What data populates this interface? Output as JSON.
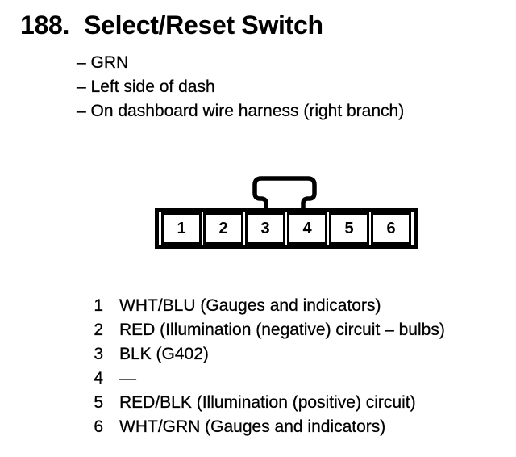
{
  "header": {
    "number": "188.",
    "title": "Select/Reset Switch"
  },
  "notes": {
    "items": [
      "– GRN",
      "– Left side of dash",
      "– On dashboard wire harness (right branch)"
    ]
  },
  "connector": {
    "type": "6-position connector, front view, locking tab on top",
    "cells": [
      "1",
      "2",
      "3",
      "4",
      "5",
      "6"
    ]
  },
  "pins": [
    {
      "num": "1",
      "desc": "WHT/BLU (Gauges and indicators)"
    },
    {
      "num": "2",
      "desc": "RED (Illumination (negative) circuit – bulbs)"
    },
    {
      "num": "3",
      "desc": "BLK (G402)"
    },
    {
      "num": "4",
      "desc": "—"
    },
    {
      "num": "5",
      "desc": "RED/BLK (Illumination (positive) circuit)"
    },
    {
      "num": "6",
      "desc": "WHT/GRN (Gauges and indicators)"
    }
  ],
  "colors": {
    "ink": "#000000",
    "paper": "#ffffff"
  }
}
